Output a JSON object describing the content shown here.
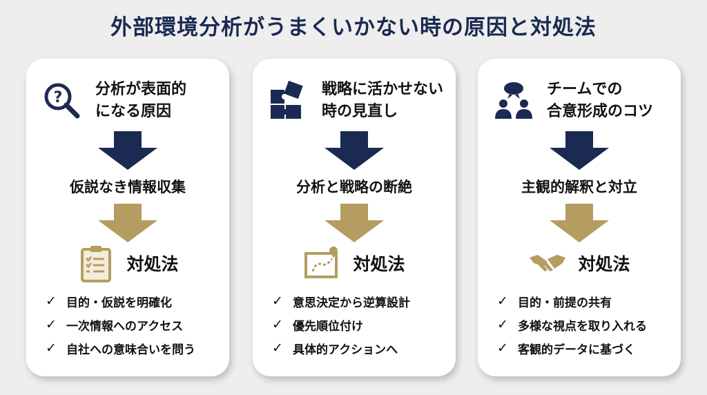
{
  "title": "外部環境分析がうまくいかない時の原因と対処法",
  "colors": {
    "navy": "#1b2a52",
    "gold": "#b59c60"
  },
  "cards": [
    {
      "heading": "分析が表面的\nになる原因",
      "icon": "magnifier-question-icon",
      "cause": "仮説なき情報収集",
      "solution_label": "対処法",
      "solution_icon": "clipboard-checklist-icon",
      "items": [
        "目的・仮説を明確化",
        "一次情報へのアクセス",
        "自社への意味合いを問う"
      ]
    },
    {
      "heading": "戦略に活かせない\n時の見直し",
      "icon": "puzzle-icon",
      "cause": "分析と戦略の断絶",
      "solution_label": "対処法",
      "solution_icon": "map-route-icon",
      "items": [
        "意思決定から逆算設計",
        "優先順位付け",
        "具体的アクションへ"
      ]
    },
    {
      "heading": "チームでの\n合意形成のコツ",
      "icon": "team-discussion-icon",
      "cause": "主観的解釈と対立",
      "solution_label": "対処法",
      "solution_icon": "handshake-icon",
      "items": [
        "目的・前提の共有",
        "多様な視点を取り入れる",
        "客観的データに基づく"
      ]
    }
  ]
}
